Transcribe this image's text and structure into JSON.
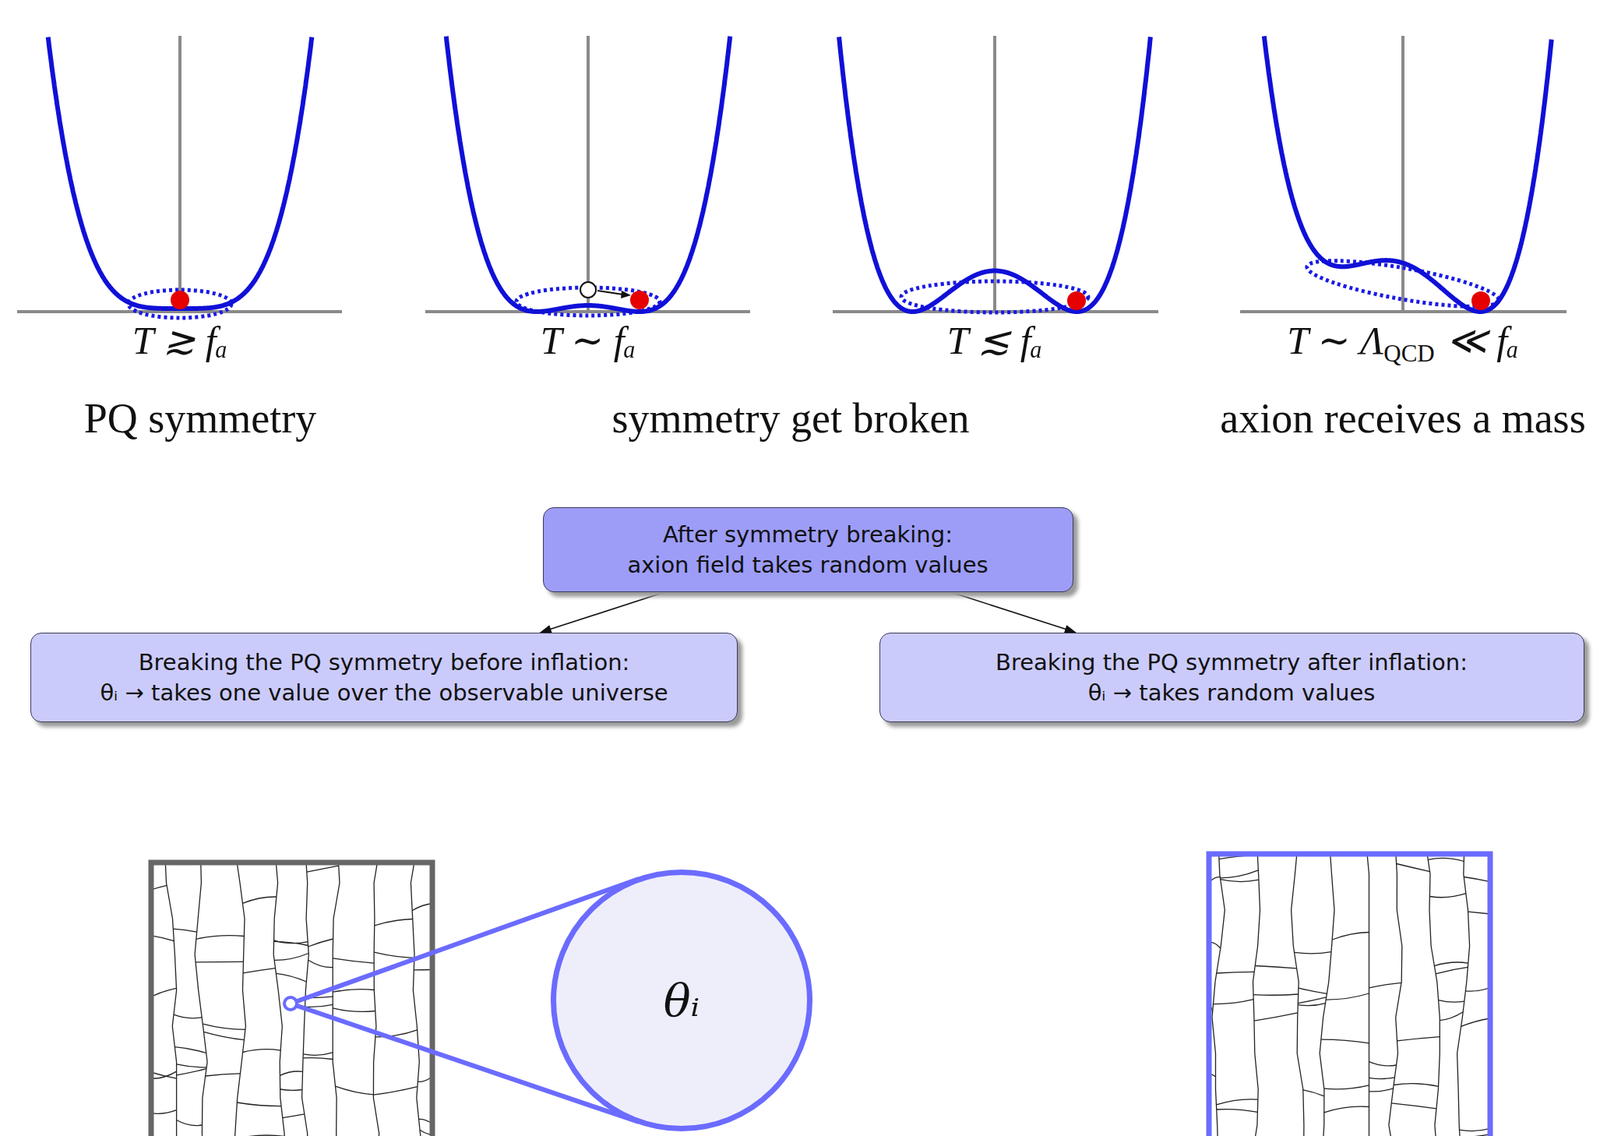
{
  "diagram": {
    "nodes": [
      {
        "text": [
          "After symmetry breaking:",
          "axion field takes random values"
        ]
      },
      {
        "text": [
          "Breaking the PQ symmetry before inflation:",
          "θᵢ → takes one value over the observable universe"
        ]
      },
      {
        "text": [
          "Breaking the PQ symmetry after inflation:",
          "θᵢ → takes random values"
        ]
      },
      {
        "text": [
          "θᵢ"
        ]
      }
    ],
    "edges": [
      {
        "from": 0,
        "to": 1,
        "arrow": "to"
      },
      {
        "from": 0,
        "to": 2,
        "arrow": "to"
      }
    ],
    "labels": [
      "T ≳ fₐ",
      "T ∼ fₐ",
      "T ≲ fₐ",
      "T ∼ Λ",
      "QCD",
      "≪ fₐ",
      "PQ symmetry",
      "symmetry get broken",
      "axion receives a mass"
    ]
  }
}
